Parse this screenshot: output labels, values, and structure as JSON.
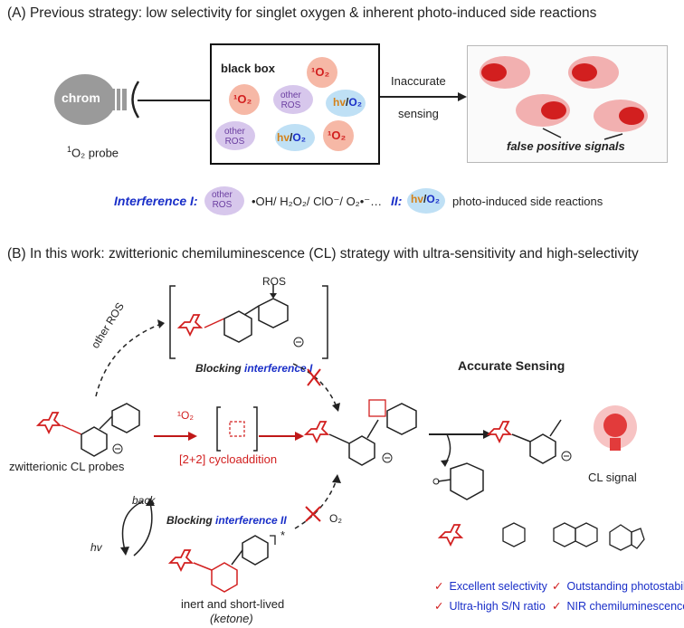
{
  "section_a": {
    "title": "(A) Previous strategy: low selectivity for singlet oxygen & inherent photo-induced side reactions",
    "probe_label_sup": "1",
    "probe_label": "O₂ probe",
    "chrom_label": "chrom",
    "black_box_label": "black box",
    "singlet_oxygen": "¹O₂",
    "other_ros_line1": "other",
    "other_ros_line2": "ROS",
    "hv_label": "hv",
    "o2_label": "O₂",
    "arrow_label_1": "Inaccurate",
    "arrow_label_2": "sensing",
    "false_positive": "false positive signals",
    "interference_1_label": "Interference I:",
    "interference_1_species": "•OH/ H₂O₂/ ClO⁻/ O₂•⁻…",
    "interference_2_label": "II:",
    "interference_2_text": "photo-induced side reactions"
  },
  "section_b": {
    "title": "(B) In this work: zwitterionic chemiluminescence (CL) strategy with ultra-sensitivity and high-selectivity",
    "ros_label": "ROS",
    "other_ros_arrow": "other ROS",
    "blocking_1_prefix": "Blocking",
    "blocking_1_suffix": "interference I",
    "blocking_2_prefix": "Blocking",
    "blocking_2_suffix": "interference II",
    "singlet_oxygen": "¹O₂",
    "cycloaddition": "[2+2] cycloaddition",
    "probe_name": "zwitterionic CL probes",
    "back": "back",
    "hv": "hv",
    "o2": "O₂",
    "ketone_line1": "inert and short-lived",
    "ketone_line2": "(ketone)",
    "accurate_sensing": "Accurate Sensing",
    "cl_signal": "CL signal",
    "excited_star": "*",
    "features": [
      "Excellent selectivity",
      "Outstanding photostability",
      "Ultra-high S/N ratio",
      "NIR chemiluminescence"
    ]
  },
  "colors": {
    "red": "#d21f1f",
    "blue": "#1a2fc8",
    "purple_bubble": "#d7c7ec",
    "red_bubble": "#f6b8a6",
    "gray_bulb": "#9a9a9a"
  }
}
